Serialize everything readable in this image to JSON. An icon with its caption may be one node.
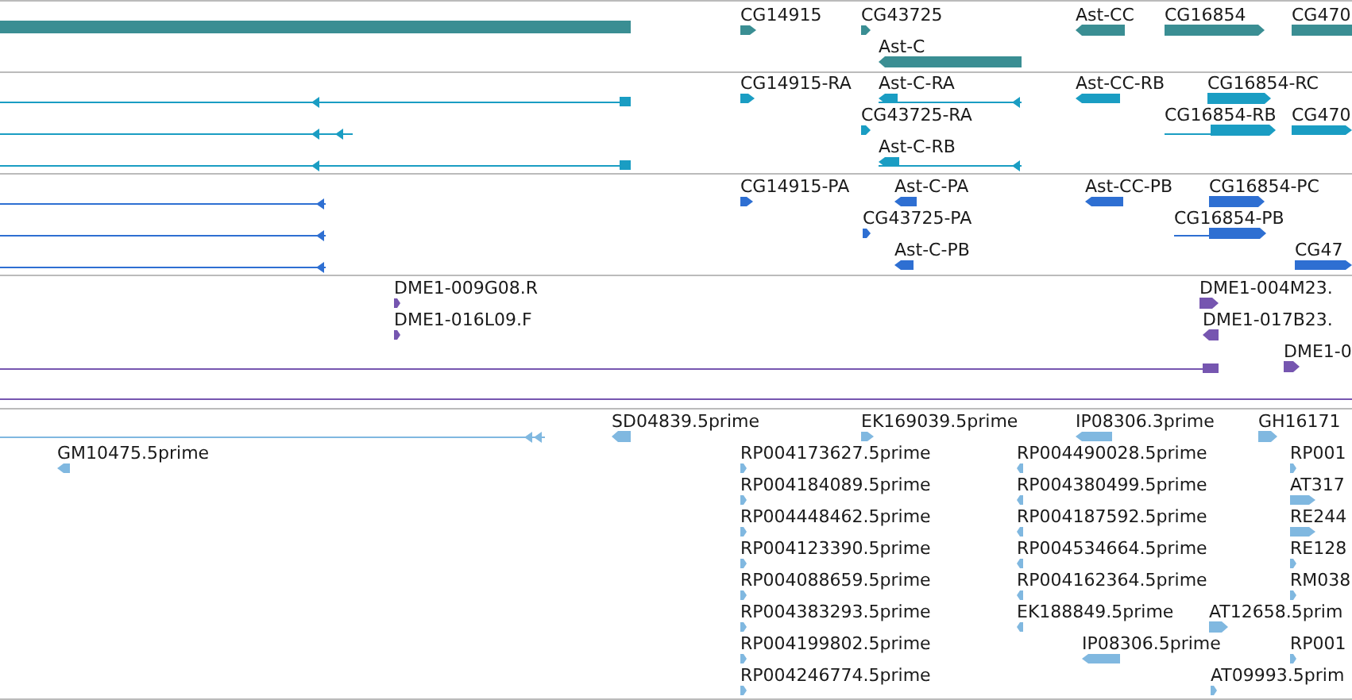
{
  "diagram": {
    "labels": [
      "CG14915",
      "CG43725",
      "Ast-CC",
      "CG16854",
      "CG470",
      "Ast-C",
      "CG14915-RA",
      "Ast-C-RA",
      "Ast-CC-RB",
      "CG16854-RC",
      "CG43725-RA",
      "CG16854-RB",
      "CG470",
      "Ast-C-RB",
      "CG14915-PA",
      "Ast-C-PA",
      "Ast-CC-PB",
      "CG16854-PC",
      "CG43725-PA",
      "CG16854-PB",
      "Ast-C-PB",
      "CG47",
      "DME1-009G08.R",
      "DME1-016L09.F",
      "DME1-004M23.",
      "DME1-017B23.",
      "DME1-0",
      "SD04839.5prime",
      "EK169039.5prime",
      "IP08306.3prime",
      "GH16171",
      "GM10475.5prime",
      "RP004173627.5prime",
      "RP004490028.5prime",
      "RP001",
      "RP004184089.5prime",
      "RP004380499.5prime",
      "AT317",
      "RP004448462.5prime",
      "RP004187592.5prime",
      "RE244",
      "RP004123390.5prime",
      "RP004534664.5prime",
      "RE128",
      "RP004088659.5prime",
      "RP004162364.5prime",
      "RM038",
      "RP004383293.5prime",
      "EK188849.5prime",
      "AT12658.5prim",
      "RP004199802.5prime",
      "IP08306.5prime",
      "RP001",
      "RP004246774.5prime",
      "AT09993.5prim"
    ]
  }
}
